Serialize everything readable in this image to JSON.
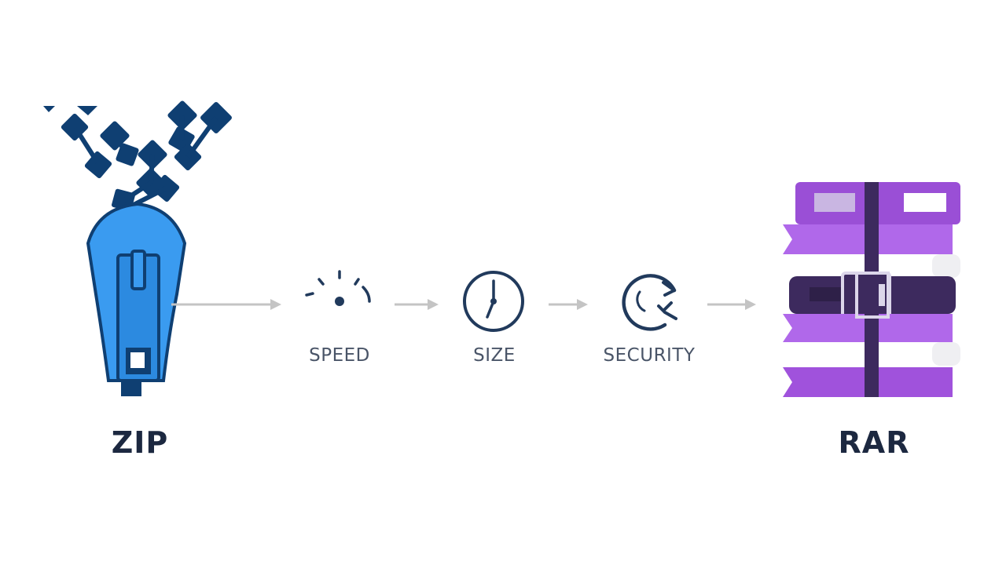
{
  "left": {
    "label": "ZIP",
    "icon": "zipper-icon"
  },
  "right": {
    "label": "RAR",
    "icon": "archive-books-icon"
  },
  "steps": [
    {
      "label": "SPEED",
      "icon": "speedometer-icon"
    },
    {
      "label": "SIZE",
      "icon": "clock-icon"
    },
    {
      "label": "SECURITY",
      "icon": "refresh-lock-icon"
    }
  ],
  "colors": {
    "text": "#1c2840",
    "step_text": "#4a5568",
    "arrow": "#c4c4c4",
    "zip_blue": "#3a9bf0",
    "zip_dark": "#0f3f72",
    "rar_purple": "#a052dc",
    "rar_dark": "#3d2a5e",
    "icon_navy": "#213a5c"
  }
}
